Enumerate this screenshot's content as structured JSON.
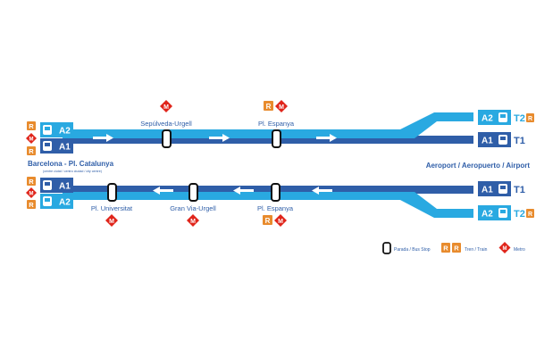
{
  "colors": {
    "light_blue": "#29a9e1",
    "dark_blue": "#2f5ea8",
    "orange": "#e88b2d",
    "metro_red": "#e0251b",
    "stop_outline": "#111111"
  },
  "routes": {
    "a1": "A1",
    "a2": "A2",
    "t1": "T1",
    "t2": "T2"
  },
  "icons": {
    "bus": "bus-icon",
    "renfe": "renfe-train-icon",
    "metro": "metro-icon",
    "stop": "bus-stop-icon"
  },
  "terminals": {
    "city_name": "Barcelona - Pl. Catalunya",
    "city_sub": "(centre ciutat / centro ciudad / city centre)",
    "airport_name": "Aeroport / Aeropuerto / Airport"
  },
  "outbound_stops": [
    {
      "name": "Sepúlveda-Urgell",
      "services": [
        "metro"
      ]
    },
    {
      "name": "Pl. Espanya",
      "services": [
        "renfe",
        "metro"
      ]
    }
  ],
  "inbound_stops": [
    {
      "name": "Pl. Universitat",
      "services": [
        "metro"
      ]
    },
    {
      "name": "Gran Via-Urgell",
      "services": [
        "metro"
      ]
    },
    {
      "name": "Pl. Espanya",
      "services": [
        "renfe",
        "metro"
      ]
    }
  ],
  "legend": {
    "stop_label": "Parada / Bus Stop",
    "train_label": "Tren / Train",
    "metro_label": "Metro"
  },
  "glyphs": {
    "renfe": "R",
    "metro": "M"
  }
}
